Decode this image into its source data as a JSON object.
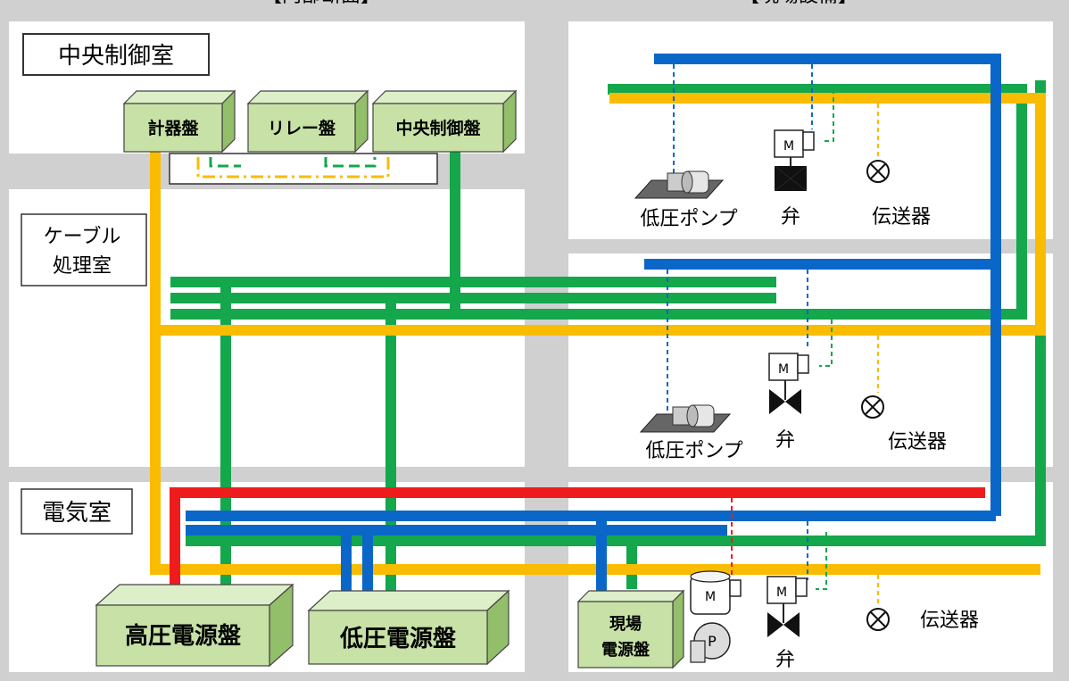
{
  "header": {
    "left_title": "【内部断面】",
    "right_title": "【現場設備】"
  },
  "rooms": {
    "control_room": "中央制御室",
    "cable_room_line1": "ケーブル",
    "cable_room_line2": "処理室",
    "electrical_room": "電気室"
  },
  "panels": {
    "instrument": "計器盤",
    "relay": "リレー盤",
    "central_control": "中央制御盤",
    "hv_power": "高圧電源盤",
    "lv_power": "低圧電源盤",
    "field_power_line1": "現場",
    "field_power_line2": "電源盤"
  },
  "equipment": {
    "pump": "低圧ポンプ",
    "valve": "弁",
    "transmitter": "伝送器",
    "motor_mark": "M",
    "pump_mark": "P"
  },
  "colors": {
    "yellow": "#F9BC00",
    "green": "#14A74B",
    "blue": "#0A67C8",
    "red": "#EE1C1C",
    "panel_fill": "#C7E1A6"
  }
}
